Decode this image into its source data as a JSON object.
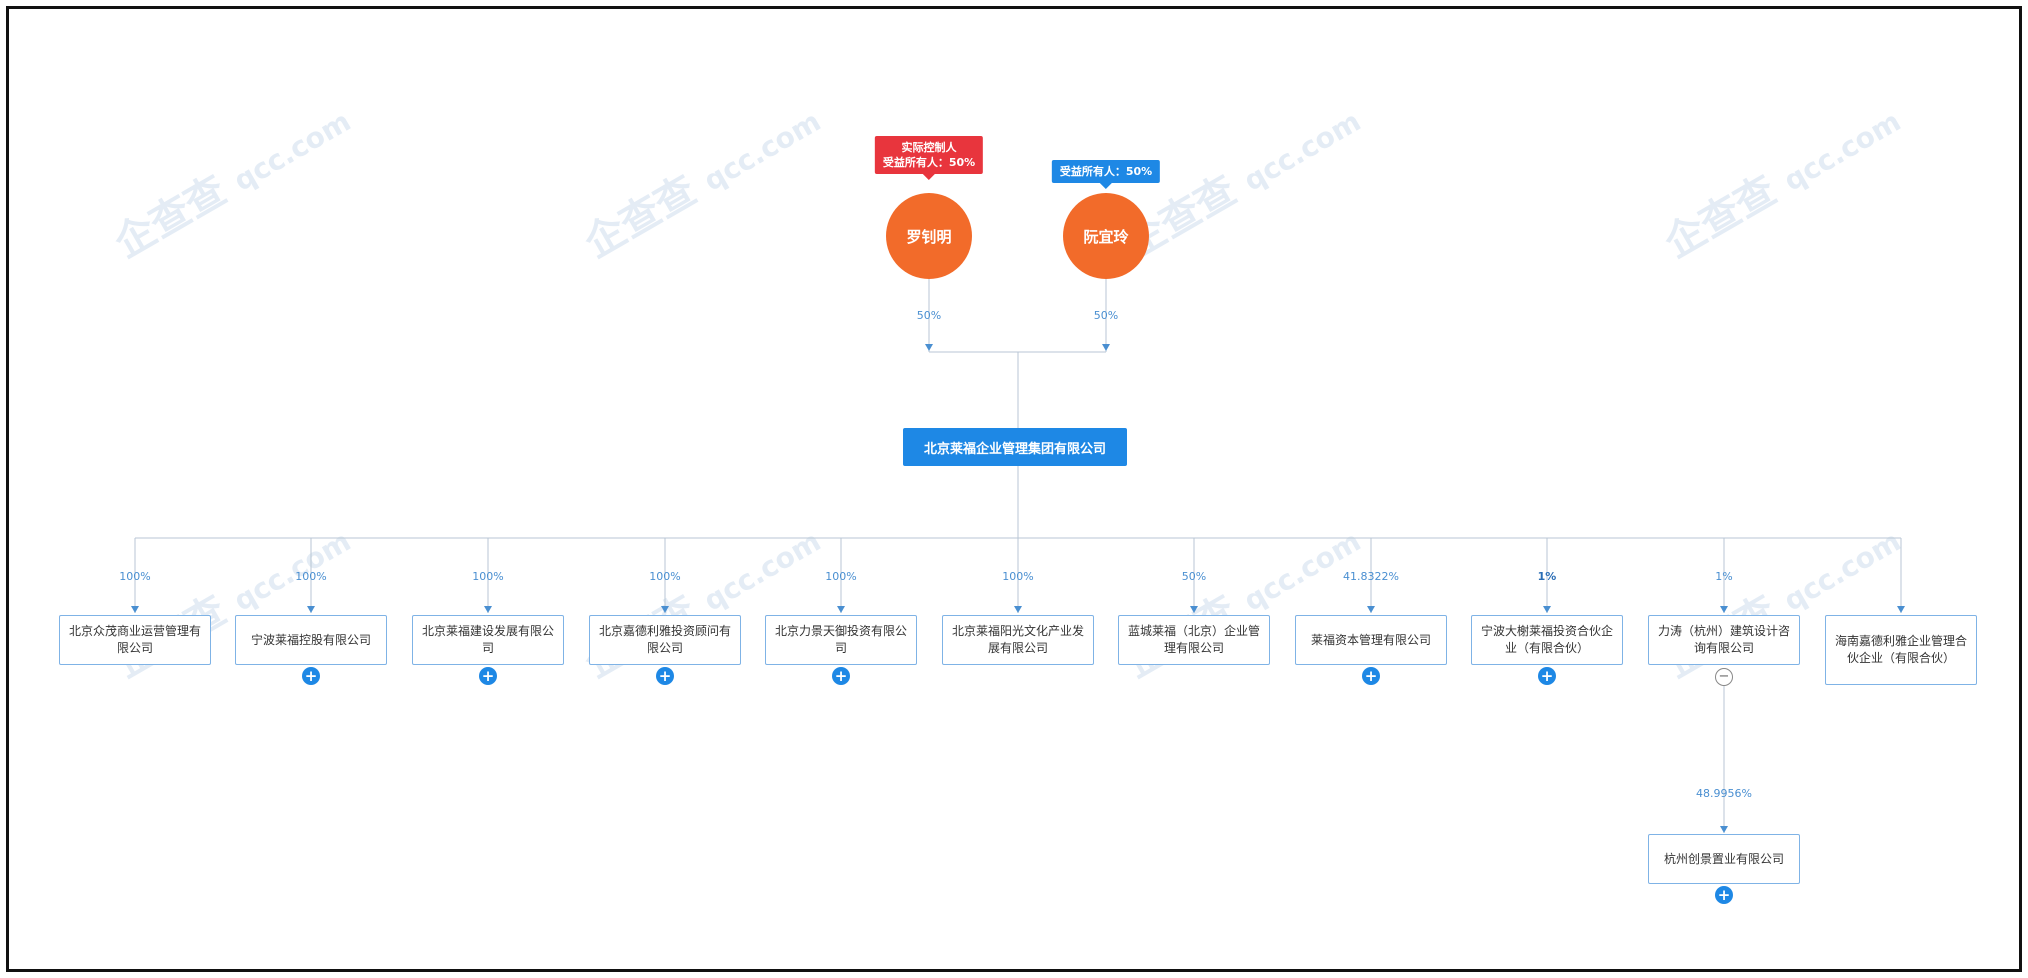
{
  "watermark": {
    "cn": "企查查",
    "domain": "qcc.com"
  },
  "people": [
    {
      "name": "罗钊明",
      "tag_line1": "实际控制人",
      "tag_line2": "受益所有人：50%",
      "tag_color": "#e8353d",
      "share": "50%"
    },
    {
      "name": "阮宜玲",
      "tag_line1": "受益所有人：50%",
      "tag_color": "#1e88e5",
      "share": "50%"
    }
  ],
  "parent": {
    "name": "北京莱福企业管理集团有限公司"
  },
  "subsidiaries": [
    {
      "name": "北京众茂商业运营管理有限公司",
      "share": "100%",
      "expand": ""
    },
    {
      "name": "宁波莱福控股有限公司",
      "share": "100%",
      "expand": "+"
    },
    {
      "name": "北京莱福建设发展有限公司",
      "share": "100%",
      "expand": "+"
    },
    {
      "name": "北京嘉德利雅投资顾问有限公司",
      "share": "100%",
      "expand": "+"
    },
    {
      "name": "北京力景天御投资有限公司",
      "share": "100%",
      "expand": "+"
    },
    {
      "name": "北京莱福阳光文化产业发展有限公司",
      "share": "100%",
      "expand": ""
    },
    {
      "name": "蓝城莱福（北京）企业管理有限公司",
      "share": "50%",
      "expand": ""
    },
    {
      "name": "莱福资本管理有限公司",
      "share": "41.8322%",
      "expand": "+"
    },
    {
      "name": "宁波大榭莱福投资合伙企业（有限合伙）",
      "share": "1%",
      "expand": "+"
    },
    {
      "name": "力涛（杭州）建筑设计咨询有限公司",
      "share": "1%",
      "expand": "−"
    },
    {
      "name": "海南嘉德利雅企业管理合伙企业（有限合伙）",
      "share": "",
      "expand": ""
    }
  ],
  "grandchild": {
    "name": "杭州创景置业有限公司",
    "share": "48.9956%",
    "expand": "+"
  },
  "colors": {
    "accent": "#1e88e5",
    "person": "#f26b2a",
    "controller_tag": "#e8353d",
    "line": "#b8c6d4"
  }
}
